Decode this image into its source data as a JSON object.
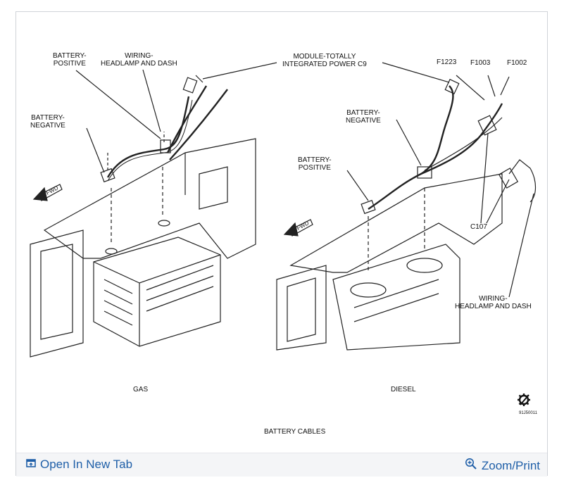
{
  "diagram": {
    "labels": {
      "gas_battery_positive": "BATTERY-\nPOSITIVE",
      "gas_wiring": "WIRING-\nHEADLAMP AND DASH",
      "gas_battery_negative": "BATTERY-\nNEGATIVE",
      "module": "MODULE-TOTALLY\nINTEGRATED POWER C9",
      "f1223": "F1223",
      "f1003": "F1003",
      "f1002": "F1002",
      "diesel_battery_negative": "BATTERY-\nNEGATIVE",
      "diesel_battery_positive": "BATTERY-\nPOSITIVE",
      "c107": "C107",
      "diesel_wiring": "WIRING-\nHEADLAMP AND DASH",
      "fwd_left": "FWD",
      "fwd_right": "FWD"
    },
    "captions": {
      "gas": "GAS",
      "diesel": "DIESEL",
      "title": "BATTERY CABLES",
      "figure_id": "91J50011"
    }
  },
  "footer": {
    "open_new_tab": "Open In New Tab",
    "zoom_print": "Zoom/Print"
  },
  "colors": {
    "link": "#1f5fa8",
    "footer_bg": "#f4f5f7"
  },
  "icons": {
    "open_tab": "open-in-new-tab-icon",
    "zoom": "zoom-in-icon",
    "logo": "gear-logo-icon"
  }
}
